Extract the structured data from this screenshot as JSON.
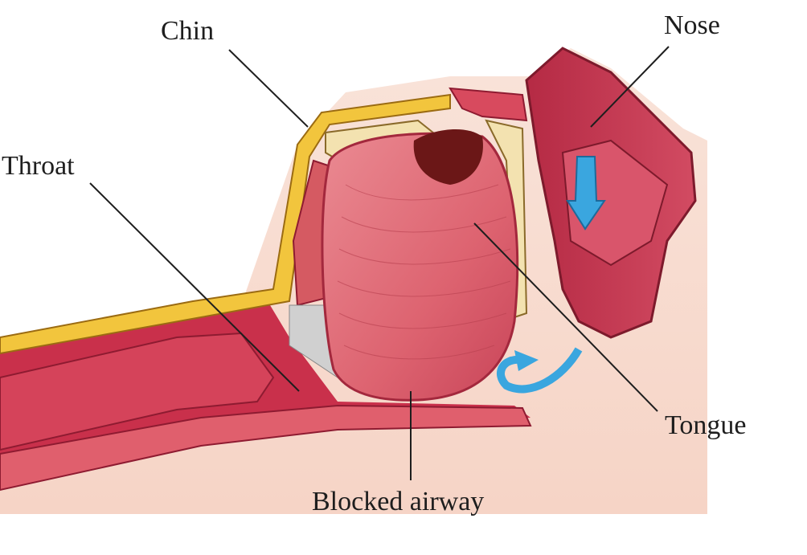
{
  "labels": {
    "chin": "Chin",
    "nose": "Nose",
    "throat": "Throat",
    "tongue": "Tongue",
    "blocked_airway": "Blocked airway"
  },
  "colors": {
    "background": "#ffffff",
    "skin": "#f7dcd0",
    "tissue_dark": "#b8283f",
    "tissue_mid": "#d94a5c",
    "tongue": "#e1707a",
    "fat_yellow": "#f2c53d",
    "bone": "#f3e2b0",
    "airflow_arrow": "#3aa6df",
    "cavity": "#6b1717",
    "leader_line": "#1e1e1e"
  }
}
